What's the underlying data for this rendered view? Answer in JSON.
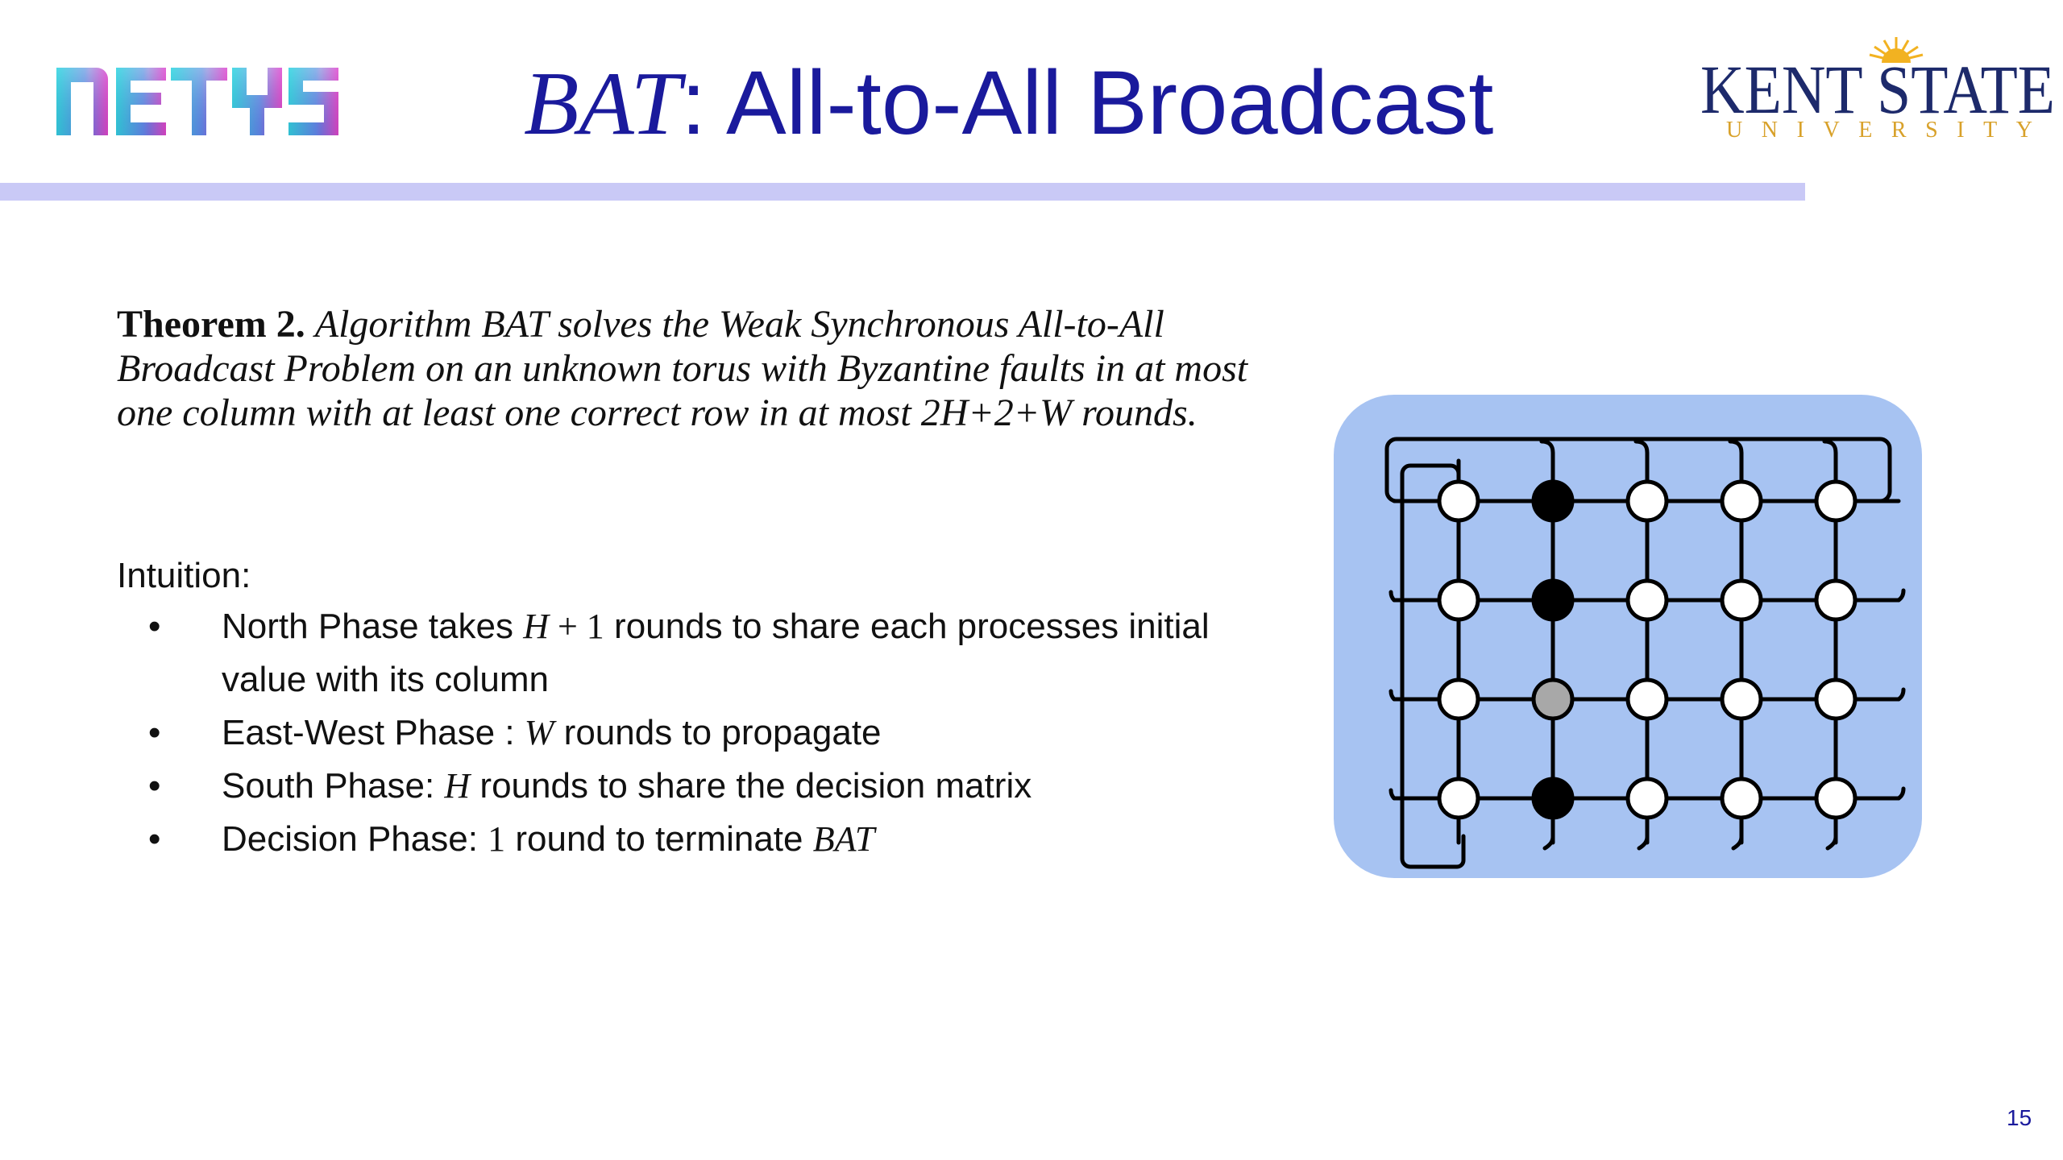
{
  "header": {
    "left_logo_text": "NETYS",
    "title_italic": "BAT",
    "title_rest": ": All-to-All Broadcast",
    "right_logo_line1": "KENT STATE",
    "right_logo_line2": "UNIVERSITY"
  },
  "theorem": {
    "label": "Theorem 2.",
    "statement": "Algorithm BAT solves the Weak Synchronous All-to-All Broadcast Problem on an unknown torus with Byzantine faults in at most one column with at least one correct row in at most 2H+2+W rounds."
  },
  "intuition": {
    "label": "Intuition:",
    "items": [
      {
        "pre": "North Phase takes ",
        "math": "H",
        "num": " + 1",
        "post": " rounds to share each processes initial value with its column"
      },
      {
        "pre": "East-West Phase : ",
        "math": "W",
        "num": "",
        "post": " rounds to propagate"
      },
      {
        "pre": "South Phase: ",
        "math": "H",
        "num": "",
        "post": " rounds to share the decision matrix"
      },
      {
        "pre": "Decision Phase:  ",
        "math": "",
        "num": "1",
        "post": " round to terminate ",
        "tail_math": "BAT"
      }
    ]
  },
  "diagram": {
    "rows": 4,
    "cols": 5,
    "node_states": [
      [
        "correct",
        "faulty",
        "correct",
        "correct",
        "correct"
      ],
      [
        "correct",
        "faulty",
        "correct",
        "correct",
        "correct"
      ],
      [
        "correct",
        "unknown",
        "correct",
        "correct",
        "correct"
      ],
      [
        "correct",
        "faulty",
        "correct",
        "correct",
        "correct"
      ]
    ],
    "colors": {
      "panel": "#a7c3f2",
      "correct": "#ffffff",
      "faulty": "#000000",
      "unknown": "#a8a8a8"
    }
  },
  "page_number": "15"
}
